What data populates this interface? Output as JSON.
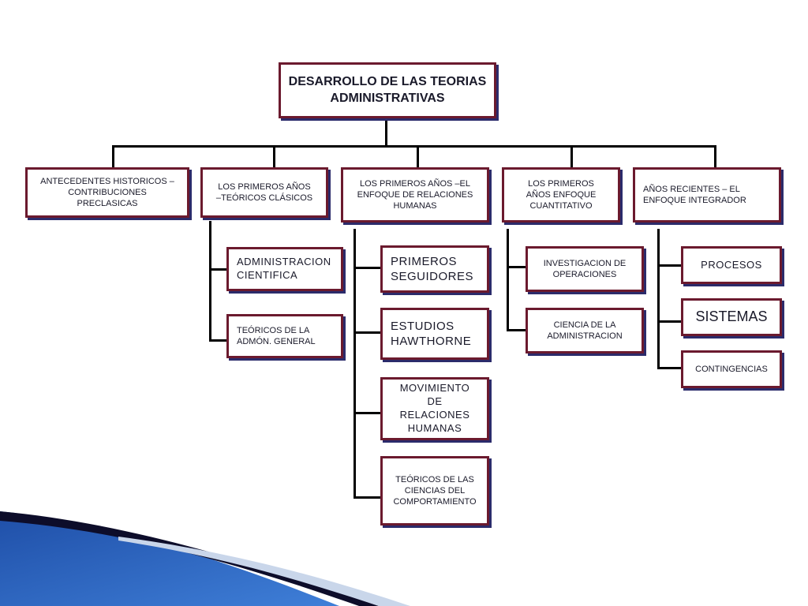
{
  "diagram": {
    "root": "DESARROLLO DE LAS TEORIAS\nADMINISTRATIVAS",
    "branches": [
      {
        "label": "ANTECEDENTES HISTORICOS –\nCONTRIBUCIONES\nPRECLASICAS",
        "children": []
      },
      {
        "label": "LOS PRIMEROS AÑOS\n–TEÓRICOS CLÁSICOS",
        "children": [
          "ADMINISTRACION\nCIENTIFICA",
          "TEÓRICOS DE LA\nADMÓN. GENERAL"
        ]
      },
      {
        "label": "LOS PRIMEROS AÑOS –EL\nENFOQUE DE RELACIONES\nHUMANAS",
        "children": [
          "PRIMEROS\nSEGUIDORES",
          "ESTUDIOS\nHAWTHORNE",
          "MOVIMIENTO\nDE\nRELACIONES\nHUMANAS",
          "TEÓRICOS DE LAS\nCIENCIAS DEL\nCOMPORTAMIENTO"
        ]
      },
      {
        "label": "LOS PRIMEROS\nAÑOS ENFOQUE\nCUANTITATIVO",
        "children": [
          "INVESTIGACION DE\nOPERACIONES",
          "CIENCIA DE LA\nADMINISTRACION"
        ]
      },
      {
        "label": "AÑOS RECIENTES – EL\nENFOQUE INTEGRADOR",
        "children": [
          "PROCESOS",
          "SISTEMAS",
          "CONTINGENCIAS"
        ]
      }
    ]
  }
}
